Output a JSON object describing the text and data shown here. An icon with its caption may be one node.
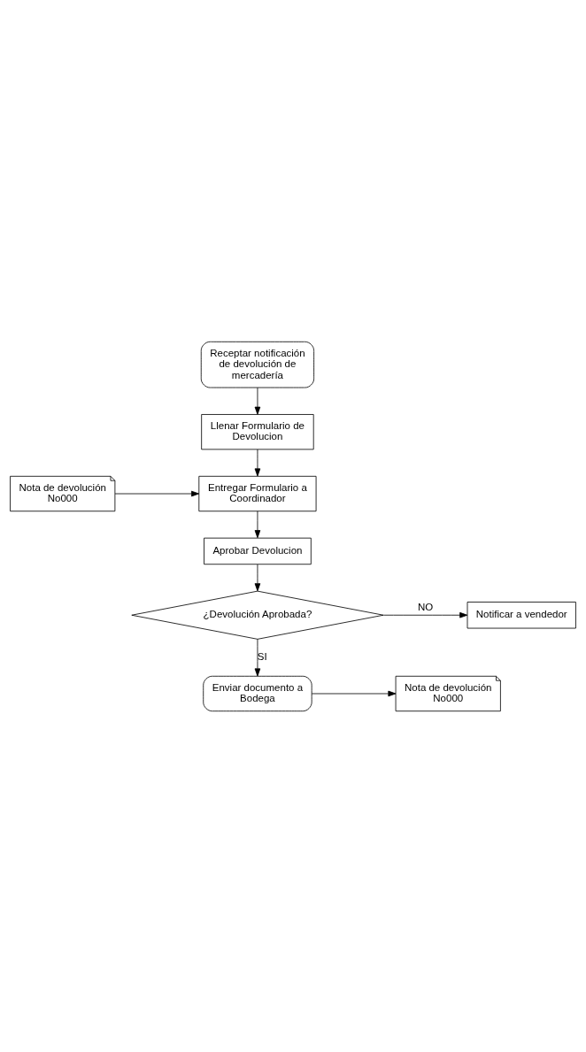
{
  "diagram": {
    "nodes": [
      {
        "text": [
          "Receptar notificación de devolución de mercadería"
        ]
      },
      {
        "text": [
          "Llenar Formulario de Devolucion"
        ]
      },
      {
        "text": [
          "Nota de devolución No000"
        ]
      },
      {
        "text": [
          "Entregar Formulario a Coordinador"
        ]
      },
      {
        "text": [
          "Aprobar Devolucion"
        ]
      },
      {
        "text": [
          "¿Devolución Aprobada?"
        ]
      },
      {
        "text": [
          "Notificar a vendedor"
        ]
      },
      {
        "text": [
          "Enviar documento a Bodega"
        ]
      },
      {
        "text": [
          "Nota de devolución No000"
        ]
      }
    ],
    "edges": [
      {
        "from": 0,
        "to": 1,
        "arrow": "to"
      },
      {
        "from": 1,
        "to": 3,
        "arrow": "to"
      },
      {
        "from": 2,
        "to": 3,
        "arrow": "to"
      },
      {
        "from": 3,
        "to": 4,
        "arrow": "to"
      },
      {
        "from": 4,
        "to": 5,
        "arrow": "to"
      },
      {
        "from": 5,
        "to": 6,
        "arrow": "to",
        "label": "NO"
      },
      {
        "from": 5,
        "to": 7,
        "arrow": "to",
        "label": "SI"
      },
      {
        "from": 7,
        "to": 8,
        "arrow": "to"
      }
    ]
  }
}
